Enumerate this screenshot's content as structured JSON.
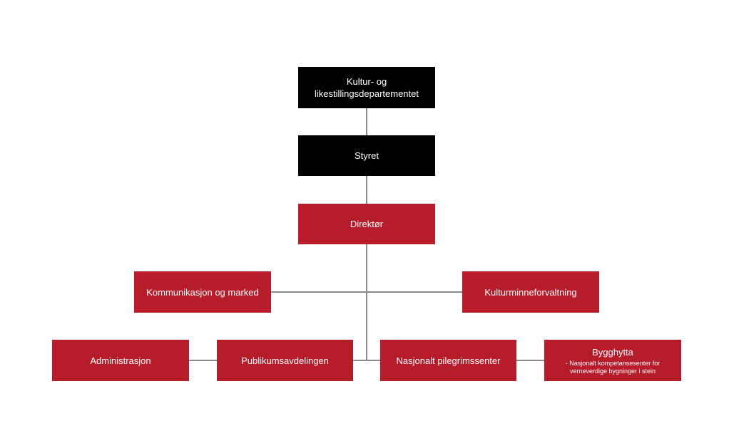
{
  "colors": {
    "black": "#000000",
    "red": "#b71c2a",
    "connector": "#8c8c8c"
  },
  "nodes": {
    "ministry": "Kultur- og likestillingsdepartementet",
    "board": "Styret",
    "director": "Direktør",
    "communication": "Kommunikasjon og marked",
    "heritage": "Kulturminneforvaltning",
    "administration": "Administrasjon",
    "visitors": "Publikumsavdelingen",
    "pilgrim_center": "Nasjonalt pilegrimssenter",
    "bygghytta": {
      "title": "Bygghytta",
      "subtitle": "- Nasjonalt kompetansesenter for verneverdige bygninger i stein"
    }
  }
}
